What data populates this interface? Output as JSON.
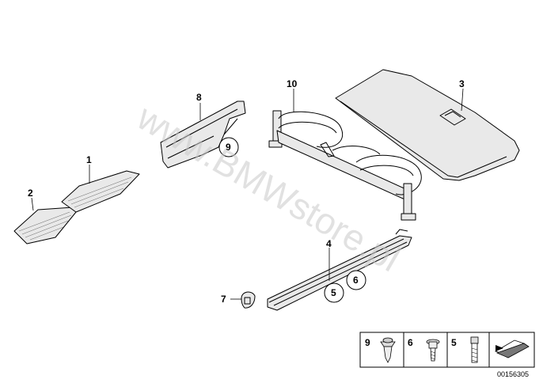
{
  "watermark": "www.BMWstore.pl",
  "callouts": {
    "c1": "1",
    "c2": "2",
    "c3": "3",
    "c4": "4",
    "c5": "5",
    "c6": "6",
    "c7": "7",
    "c8": "8",
    "c9": "9",
    "c10": "10"
  },
  "legend": {
    "n9": "9",
    "n6": "6",
    "n5": "5"
  },
  "reference_number": "00156305"
}
